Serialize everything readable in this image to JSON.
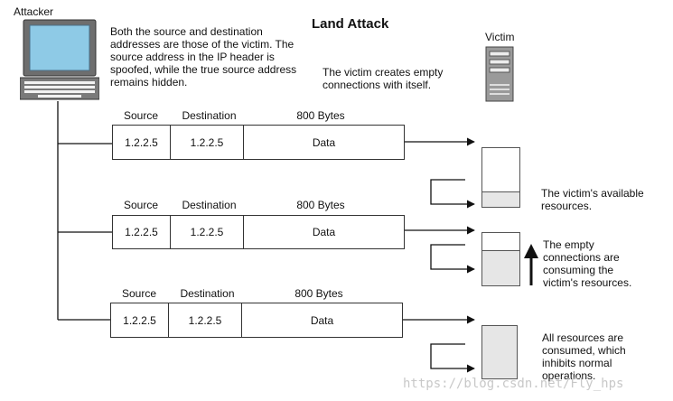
{
  "diagram": {
    "title": "Land Attack",
    "attacker_label": "Attacker",
    "victim_label": "Victim",
    "attacker_note": [
      "Both the source and destination",
      "addresses are those of the victim. The",
      "source address in the IP header is",
      "spoofed, while the true source address",
      "remains hidden."
    ],
    "victim_note": [
      "The victim creates empty",
      "connections with itself."
    ],
    "packets": [
      {
        "source_header": "Source",
        "dest_header": "Destination",
        "size_header": "800 Bytes",
        "source": "1.2.2.5",
        "destination": "1.2.2.5",
        "data": "Data"
      },
      {
        "source_header": "Source",
        "dest_header": "Destination",
        "size_header": "800 Bytes",
        "source": "1.2.2.5",
        "destination": "1.2.2.5",
        "data": "Data"
      },
      {
        "source_header": "Source",
        "dest_header": "Destination",
        "size_header": "800 Bytes",
        "source": "1.2.2.5",
        "destination": "1.2.2.5",
        "data": "Data"
      }
    ],
    "resources": [
      {
        "consumed_fraction": 0.25,
        "note": [
          "The victim's available",
          "resources."
        ]
      },
      {
        "consumed_fraction": 0.65,
        "note": [
          "The empty",
          "connections are",
          "consuming the",
          "victim's resources."
        ]
      },
      {
        "consumed_fraction": 1.0,
        "note": [
          "All resources are",
          "consumed, which",
          "inhibits normal",
          "operations."
        ]
      }
    ],
    "watermark": "https://blog.csdn.net/Fly_hps",
    "colors": {
      "screen": "#8ecae6",
      "line": "#111111",
      "fill": "#e6e6e6"
    }
  }
}
